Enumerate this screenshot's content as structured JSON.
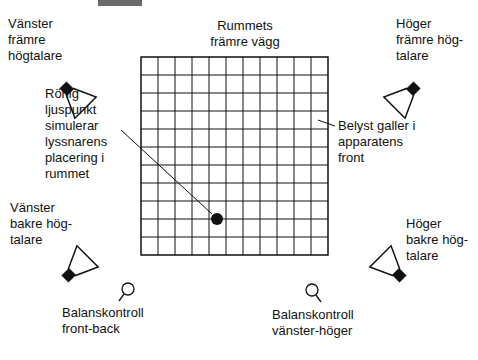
{
  "diagram": {
    "labels": [
      "Vänster främre högtalare",
      "Rummets främre vägg",
      "Höger främre hög- talare",
      "Rörlig ljuspunkt simulerar lyssnarens placering i rummet",
      "Belyst galler i apparatens front",
      "Vänster bakre hög- talare",
      "Höger bakre hög- talare",
      "Balanskontroll front-back",
      "Balanskontroll vänster-höger"
    ]
  }
}
